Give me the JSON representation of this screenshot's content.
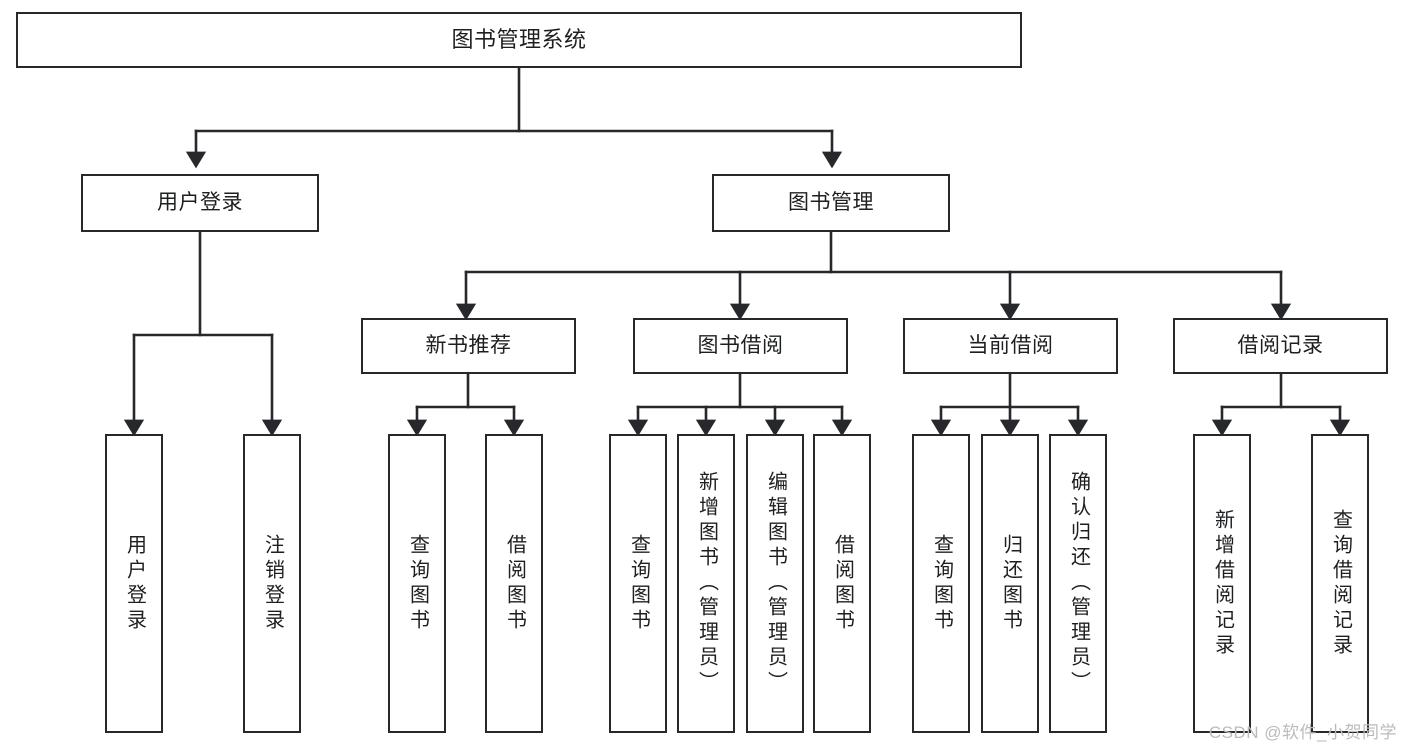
{
  "diagram": {
    "title": "图书管理系统",
    "type": "功能结构图",
    "line_color": "#26282b",
    "box_fill": "#ffffff",
    "text_color": "#1d1f21",
    "watermark": "CSDN @软件_小贺同学"
  },
  "nodes": {
    "root": {
      "label": "图书管理系统"
    },
    "level1": [
      {
        "label": "用户登录"
      },
      {
        "label": "图书管理"
      }
    ],
    "level2": [
      {
        "label": "新书推荐"
      },
      {
        "label": "图书借阅"
      },
      {
        "label": "当前借阅"
      },
      {
        "label": "借阅记录"
      }
    ],
    "leaves": {
      "user_login": [
        {
          "label": "用户登录"
        },
        {
          "label": "注销登录"
        }
      ],
      "new_book_recommend": [
        {
          "label": "查询图书"
        },
        {
          "label": "借阅图书"
        }
      ],
      "book_borrow": [
        {
          "label": "查询图书"
        },
        {
          "label": "新增图书（管理员）"
        },
        {
          "label": "编辑图书（管理员）"
        },
        {
          "label": "借阅图书"
        }
      ],
      "current_borrow": [
        {
          "label": "查询图书"
        },
        {
          "label": "归还图书"
        },
        {
          "label": "确认归还（管理员）"
        }
      ],
      "borrow_record": [
        {
          "label": "新增借阅记录"
        },
        {
          "label": "查询借阅记录"
        }
      ]
    }
  }
}
